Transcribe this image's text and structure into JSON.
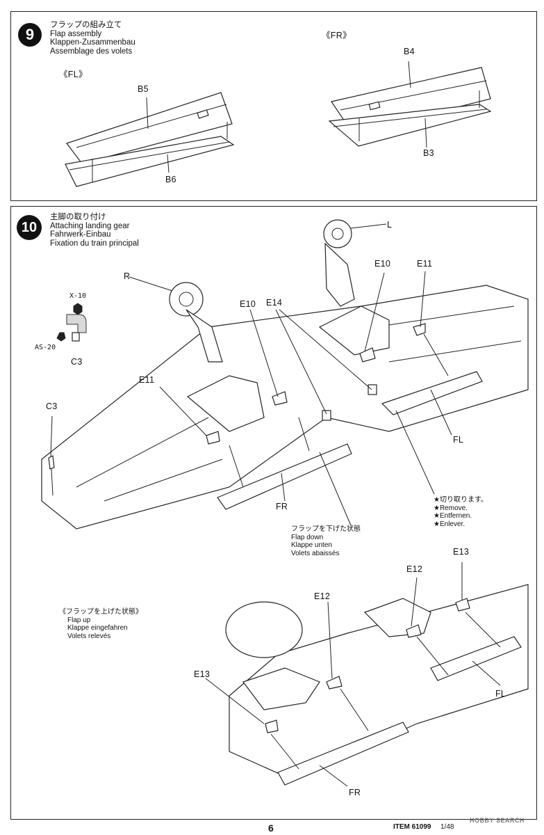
{
  "step9": {
    "number": "9",
    "title_lines": [
      "フラップの組み立て",
      "Flap assembly",
      "Klappen-Zusammenbau",
      "Assemblage des volets"
    ],
    "fl_label": "《FL》",
    "fr_label": "《FR》",
    "parts": {
      "b5": "B5",
      "b6": "B6",
      "b4": "B4",
      "b3": "B3"
    }
  },
  "step10": {
    "number": "10",
    "title_lines": [
      "主脚の取り付け",
      "Attaching landing gear",
      "Fahrwerk-Einbau",
      "Fixation du train principal"
    ],
    "parts": {
      "r": "R",
      "l": "L",
      "x10": "X-10",
      "as20": "AS-20",
      "c3a": "C3",
      "c3b": "C3",
      "e10a": "E10",
      "e14": "E14",
      "e10b": "E10",
      "e11a": "E11",
      "e11b": "E11",
      "fl": "FL",
      "fr": "FR"
    },
    "remove_lines": [
      "★切り取ります。",
      "★Remove.",
      "★Entfernen.",
      "★Enlever."
    ],
    "flap_down_lines": [
      "フラップを下げた状態",
      "Flap down",
      "Klappe unten",
      "Volets abaissés"
    ],
    "flap_up_lines": [
      "《フラップを上げた状態》",
      "Flap up",
      "Klappe eingefahren",
      "Volets relevés"
    ],
    "lower_parts": {
      "e13a": "E13",
      "e12a": "E12",
      "e12b": "E12",
      "e13b": "E13",
      "fl": "FL",
      "fr": "FR"
    }
  },
  "footer": {
    "page_number": "6",
    "item": "ITEM 61099",
    "scale": "1/48",
    "watermark": "HOBBY SEARCH"
  }
}
